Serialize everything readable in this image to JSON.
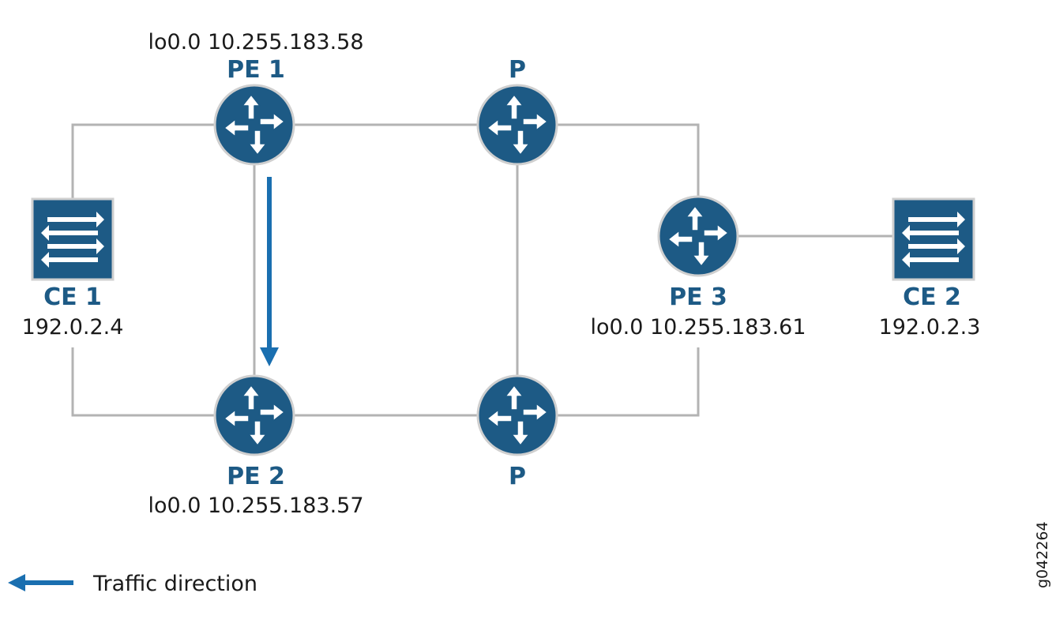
{
  "colors": {
    "device_fill": "#1d5a85",
    "device_border": "#cfcfcf",
    "link": "#b3b3b3",
    "traffic_arrow": "#1a6fb0",
    "label_name": "#1d5a85",
    "label_text": "#1a1a1a"
  },
  "nodes": {
    "pe1": {
      "name": "PE 1",
      "address": "lo0.0 10.255.183.58",
      "icon": "router-icon"
    },
    "p_top": {
      "name": "P",
      "icon": "router-icon"
    },
    "pe3": {
      "name": "PE 3",
      "address": "lo0.0 10.255.183.61",
      "icon": "router-icon"
    },
    "pe2": {
      "name": "PE 2",
      "address": "lo0.0 10.255.183.57",
      "icon": "router-icon"
    },
    "p_bottom": {
      "name": "P",
      "icon": "router-icon"
    },
    "ce1": {
      "name": "CE 1",
      "address": "192.0.2.4",
      "icon": "switch-icon"
    },
    "ce2": {
      "name": "CE 2",
      "address": "192.0.2.3",
      "icon": "switch-icon"
    }
  },
  "links": [
    [
      "ce1",
      "pe1"
    ],
    [
      "ce1",
      "pe2"
    ],
    [
      "pe1",
      "p_top"
    ],
    [
      "pe1",
      "pe2"
    ],
    [
      "p_top",
      "p_bottom"
    ],
    [
      "p_top",
      "pe3"
    ],
    [
      "pe2",
      "p_bottom"
    ],
    [
      "p_bottom",
      "pe3"
    ],
    [
      "pe3",
      "ce2"
    ]
  ],
  "traffic": {
    "from": "pe1",
    "to": "pe2"
  },
  "legend": {
    "label": "Traffic direction"
  },
  "figure_id": "g042264"
}
